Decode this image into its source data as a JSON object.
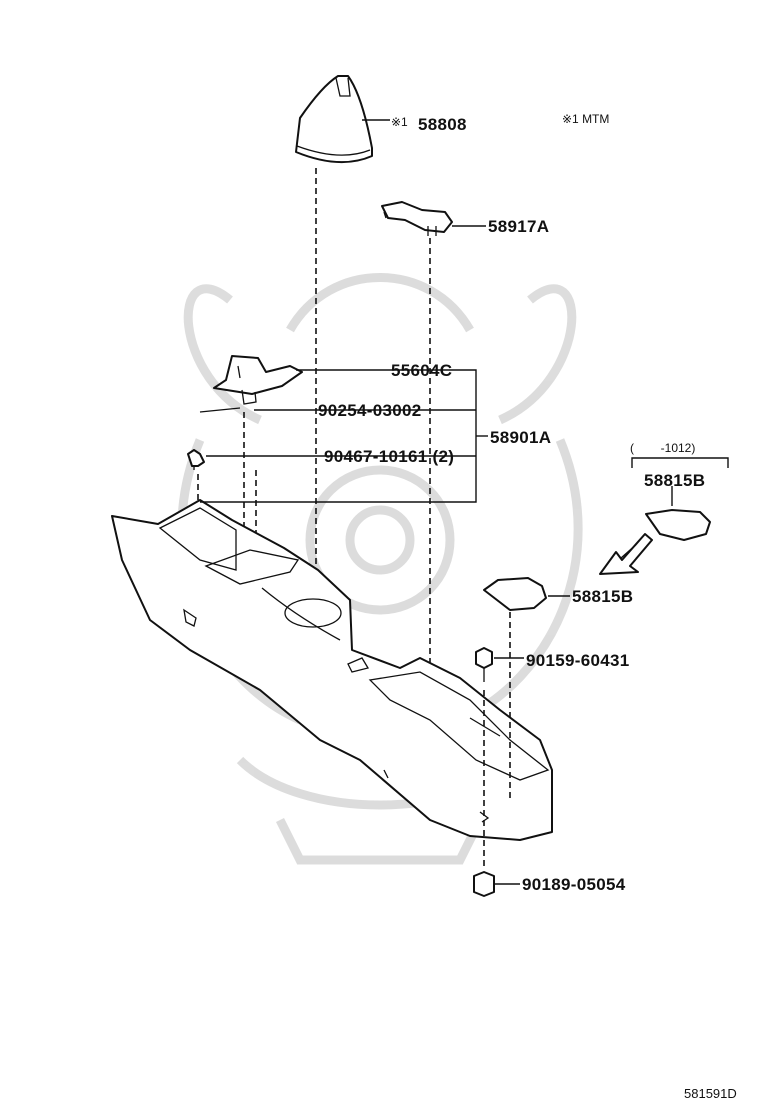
{
  "diagram": {
    "note_mark": "※1",
    "note_text": "※1 MTM",
    "range_note": "(        -1012)",
    "drawing_id": "581591D",
    "parts": [
      {
        "id": "p58808",
        "label": "58808"
      },
      {
        "id": "p58917A",
        "label": "58917A"
      },
      {
        "id": "p55604C",
        "label": "55604C"
      },
      {
        "id": "p90254",
        "label": "90254-03002"
      },
      {
        "id": "p58901A",
        "label": "58901A"
      },
      {
        "id": "p90467",
        "label": "90467-10161 (2)"
      },
      {
        "id": "p58815B_top",
        "label": "58815B"
      },
      {
        "id": "p58815B",
        "label": "58815B"
      },
      {
        "id": "p90159",
        "label": "90159-60431"
      },
      {
        "id": "p90189",
        "label": "90189-05054"
      }
    ]
  }
}
